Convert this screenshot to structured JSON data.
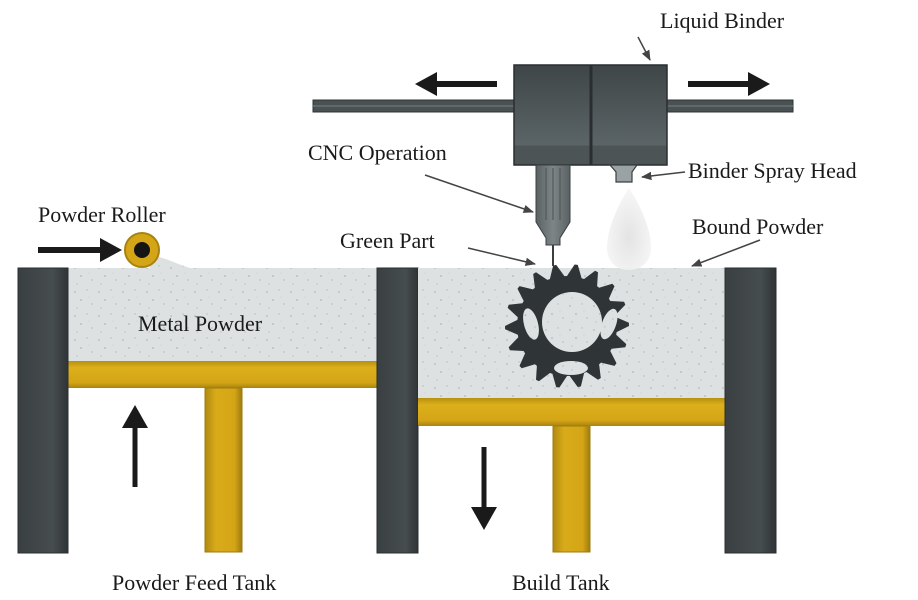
{
  "labels": {
    "liquid_binder": "Liquid Binder",
    "cnc_operation": "CNC Operation",
    "binder_spray_head": "Binder Spray Head",
    "powder_roller": "Powder Roller",
    "green_part": "Green Part",
    "bound_powder": "Bound Powder",
    "metal_powder": "Metal Powder",
    "powder_feed_tank": "Powder Feed Tank",
    "build_tank": "Build Tank"
  },
  "colors": {
    "wall": "#3f4547",
    "plate": "#d4a516",
    "powder": "#dde1e1",
    "head": "#4f5759",
    "ink": "#1a1a1a"
  },
  "motion": {
    "print_head": "bidirectional-horizontal",
    "roller": "right",
    "feed_piston": "up",
    "build_piston": "down"
  }
}
